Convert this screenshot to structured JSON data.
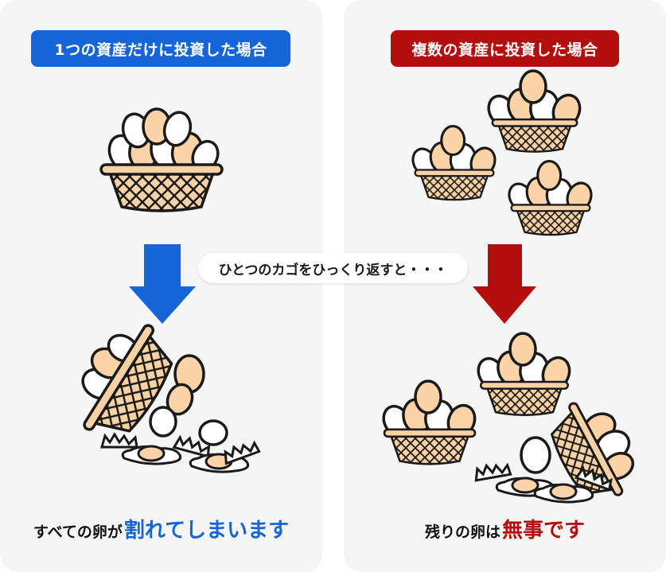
{
  "left": {
    "title": "1つの資産だけに投資した場合",
    "caption_prefix": "すべての卵が",
    "caption_emphasis": "割れてしまいます"
  },
  "right": {
    "title": "複数の資産に投資した場合",
    "caption_prefix": "残りの卵は",
    "caption_emphasis": "無事です"
  },
  "center_label": "ひとつのカゴをひっくり返すと・・・",
  "colors": {
    "left_accent": "#1565d8",
    "right_accent": "#b30f0f",
    "egg_shell": "#fbd3a6",
    "egg_white": "#ffffff",
    "basket": "#f8d2a5",
    "outline": "#1a1a1a",
    "panel_bg": "#f5f5f6"
  },
  "icons": {
    "left_arrow": "arrow-down-icon",
    "right_arrow": "arrow-down-icon",
    "basket": "egg-basket-icon"
  }
}
